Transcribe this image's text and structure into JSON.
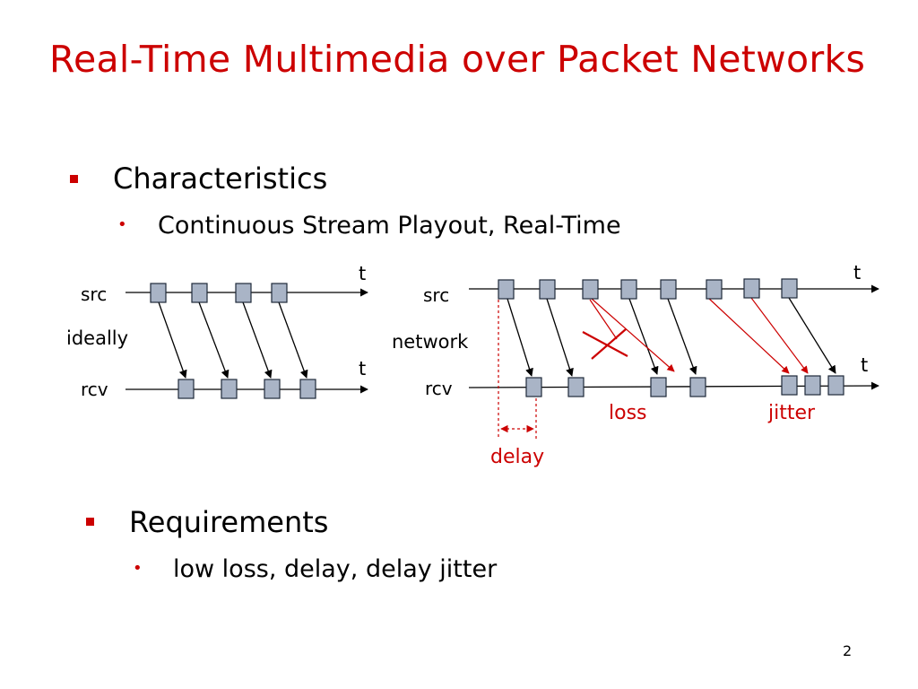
{
  "slide": {
    "title": "Real-Time Multimedia over Packet Networks",
    "page_number": "2"
  },
  "section1": {
    "heading": "Characteristics",
    "sub": "Continuous Stream Playout, Real-Time"
  },
  "section2": {
    "heading": "Requirements",
    "sub": "low loss, delay, delay jitter"
  },
  "diagram_left": {
    "src": "src",
    "rcv": "rcv",
    "middle": "ideally",
    "t_top": "t",
    "t_bottom": "t"
  },
  "diagram_right": {
    "src": "src",
    "rcv": "rcv",
    "middle": "network",
    "t_top": "t",
    "t_bottom": "t",
    "loss": "loss",
    "jitter": "jitter",
    "delay": "delay"
  },
  "colors": {
    "accent": "#cc0000",
    "packet_fill": "#a9b4c6",
    "packet_stroke": "#1f2a3a",
    "line": "#000000"
  }
}
